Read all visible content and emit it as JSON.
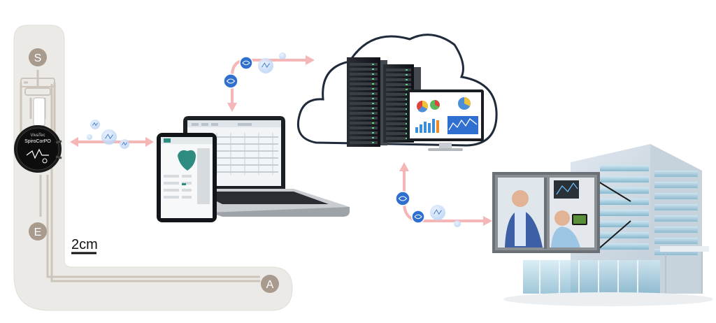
{
  "sensor": {
    "terminal_top": "S",
    "terminal_mid": "E",
    "terminal_end": "A",
    "device_brand": "VivaTec",
    "device_model": "SpiroCorPO",
    "scale_label": "2cm"
  },
  "colors": {
    "strip": "#e8e4df",
    "trace": "#cdc5bb",
    "terminal": "#a89b8e",
    "arrow": "#f4b6b6",
    "node": "#2f6fd0",
    "cloud_outline": "#1f2b3a",
    "screen_accent": "#2e8b80"
  },
  "icons": [
    "wireless-node-icon",
    "cloud-icon",
    "server-rack-icon",
    "laptop-icon",
    "tablet-icon",
    "building-icon"
  ]
}
